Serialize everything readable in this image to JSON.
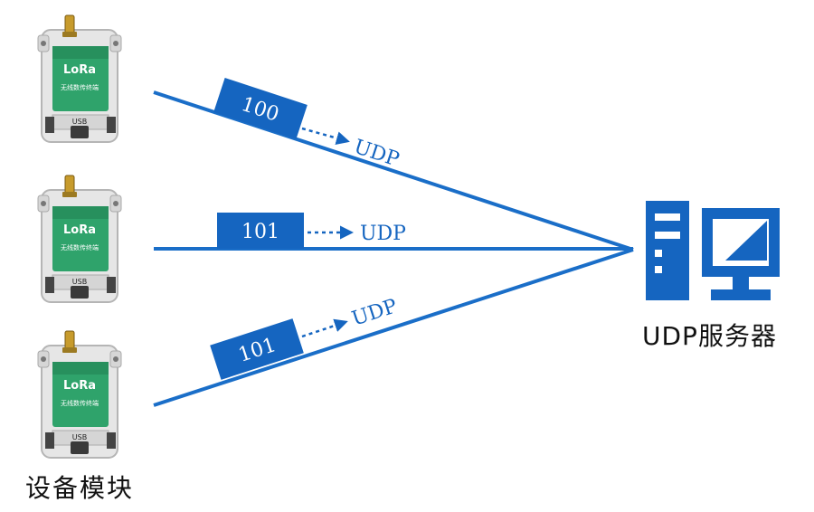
{
  "devices": [
    {
      "brand": "LoRa",
      "subtitle": "无线数传终端",
      "port": "USB",
      "packet_id": "100",
      "protocol": "UDP"
    },
    {
      "brand": "LoRa",
      "subtitle": "无线数传终端",
      "port": "USB",
      "packet_id": "101",
      "protocol": "UDP"
    },
    {
      "brand": "LoRa",
      "subtitle": "无线数传终端",
      "port": "USB",
      "packet_id": "101",
      "protocol": "UDP"
    }
  ],
  "server": {
    "label": "UDP服务器"
  },
  "devices_label": "设备模块",
  "colors": {
    "line": "#1a6ec8",
    "packet": "#1565c0",
    "server": "#1565c0",
    "device_board": "#2fa36b",
    "device_case": "#e9e9e9"
  }
}
